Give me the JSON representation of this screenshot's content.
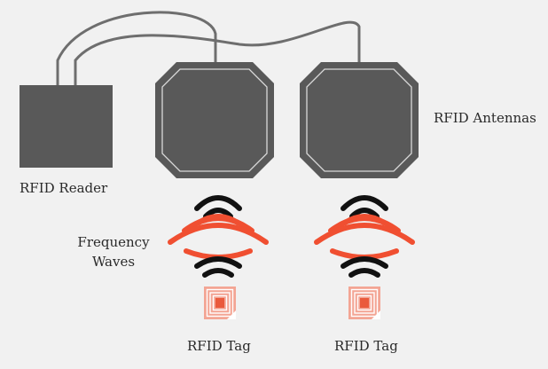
{
  "labels": {
    "reader": "RFID Reader",
    "antennas": "RFID Antennas",
    "frequency_line1": "Frequency",
    "frequency_line2": "Waves",
    "tag1": "RFID Tag",
    "tag2": "RFID Tag"
  },
  "colors": {
    "background": "#f1f1f1",
    "device": "#595959",
    "cable": "#6e6e6e",
    "wave_black": "#111111",
    "wave_red": "#f04f31",
    "tag": "#f3a594",
    "tag_dark": "#ea5a3c"
  }
}
